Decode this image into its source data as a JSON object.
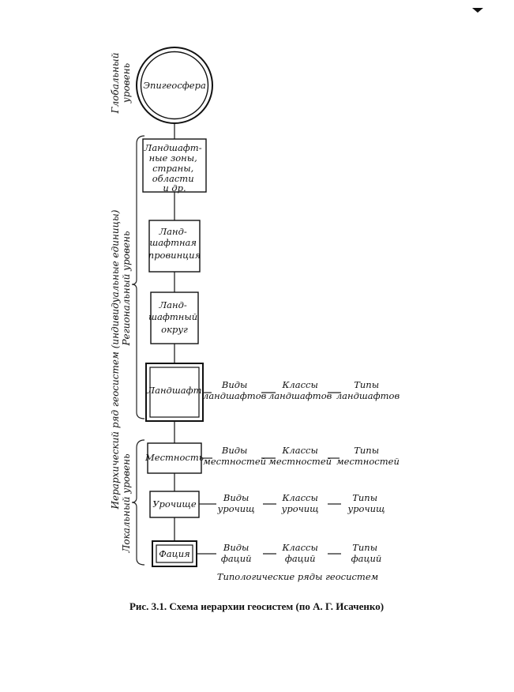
{
  "nodes": {
    "epigeosphere": "Эпигеосфера",
    "zones": [
      "Ландшафт-",
      "ные зоны,",
      "страны,",
      "области",
      "и др."
    ],
    "province": [
      "Ланд-",
      "шафтная",
      "провинция"
    ],
    "okrug": [
      "Ланд-",
      "шафтный",
      "округ"
    ],
    "landscape": "Ландшафт",
    "mestnost": "Местность",
    "urochishche": "Урочище",
    "facies": "Фация"
  },
  "rows": {
    "landscape": [
      [
        "Виды",
        "ландшафтов"
      ],
      [
        "Классы",
        "ландшафтов"
      ],
      [
        "Типы",
        "ландшафтов"
      ]
    ],
    "mestnost": [
      [
        "Виды",
        "местностей"
      ],
      [
        "Классы",
        "местностей"
      ],
      [
        "Типы",
        "местностей"
      ]
    ],
    "urochishche": [
      [
        "Виды",
        "урочищ"
      ],
      [
        "Классы",
        "урочищ"
      ],
      [
        "Типы",
        "урочищ"
      ]
    ],
    "facies": [
      [
        "Виды",
        "фаций"
      ],
      [
        "Классы",
        "фаций"
      ],
      [
        "Типы",
        "фаций"
      ]
    ]
  },
  "levels": {
    "global": [
      "Глобальный",
      "уровень"
    ],
    "regional": "Региональный уровень",
    "hierarchy": "Иерархический ряд геосистем (индивидуальные единицы)",
    "local": "Локальный уровень"
  },
  "typology_label": "Типологические ряды геосистем",
  "caption": "Рис. 3.1. Схема иерархии геосистем (по А. Г. Исаченко)"
}
